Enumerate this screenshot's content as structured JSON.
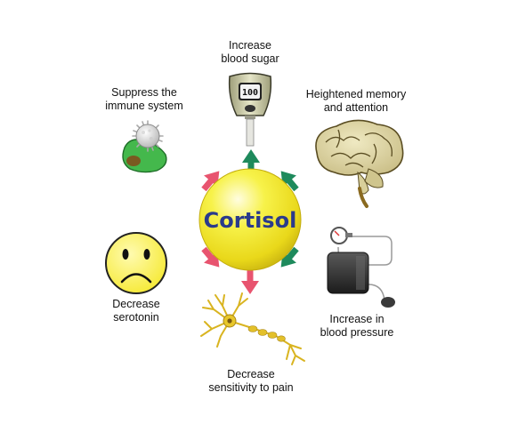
{
  "center": {
    "label": "Cortisol",
    "fill": "#f3ef2a",
    "text_color": "#2a3a8c"
  },
  "effects": [
    {
      "id": "blood-sugar",
      "lines": [
        "Increase",
        "blood sugar"
      ],
      "icon": "glucose-meter-icon",
      "reading": "100",
      "arrow_color": "#1e8a5c"
    },
    {
      "id": "memory",
      "lines": [
        "Heightened memory",
        "and attention"
      ],
      "icon": "brain-icon",
      "arrow_color": "#1e8a5c"
    },
    {
      "id": "blood-pressure",
      "lines": [
        "Increase in",
        "blood pressure"
      ],
      "icon": "blood-pressure-cuff-icon",
      "arrow_color": "#1e8a5c"
    },
    {
      "id": "pain",
      "lines": [
        "Decrease",
        "sensitivity to pain"
      ],
      "icon": "neuron-icon",
      "arrow_color": "#e8546f"
    },
    {
      "id": "serotonin",
      "lines": [
        "Decrease",
        "serotonin"
      ],
      "icon": "sad-face-icon",
      "arrow_color": "#e8546f"
    },
    {
      "id": "immune",
      "lines": [
        "Suppress the",
        "immune system"
      ],
      "icon": "immune-cell-icon",
      "arrow_color": "#e8546f"
    }
  ]
}
